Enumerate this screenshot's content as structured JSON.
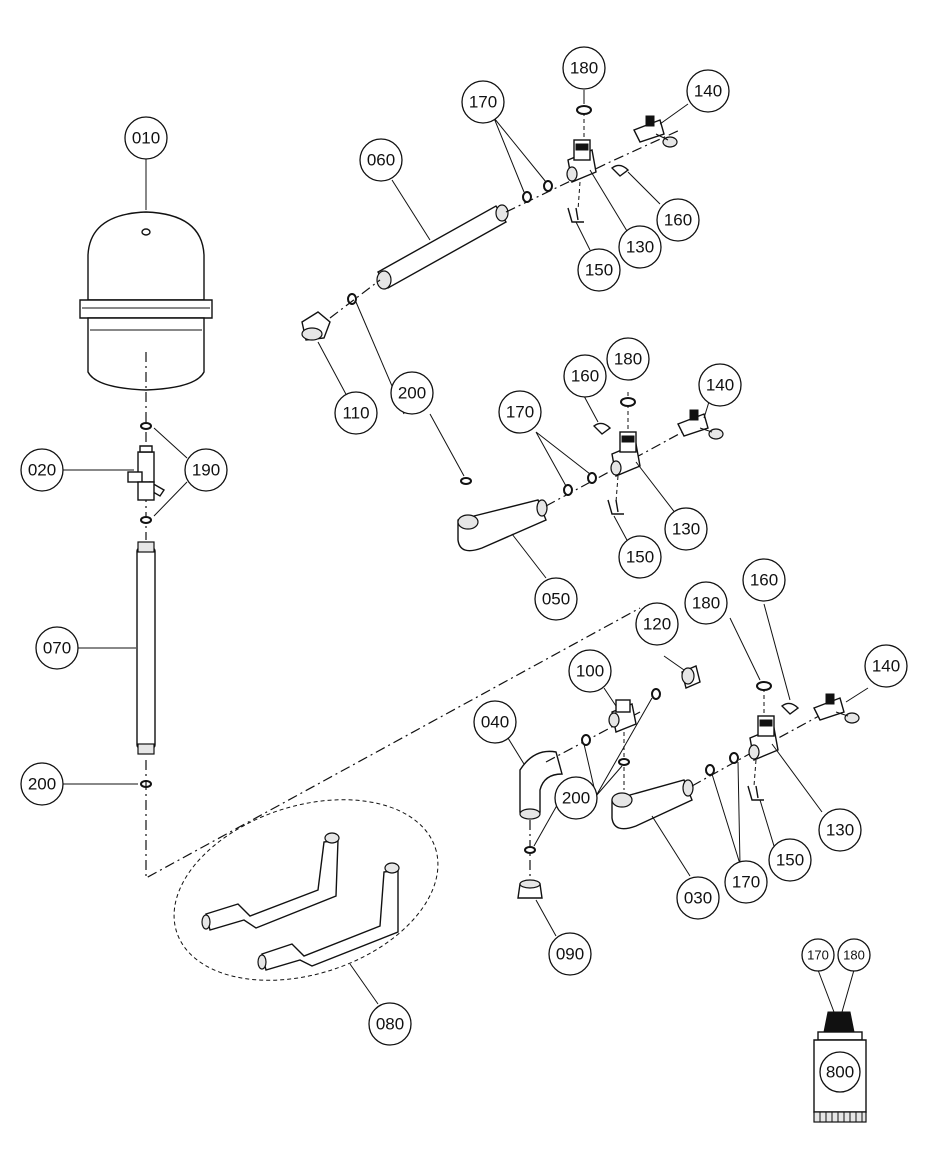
{
  "labels": {
    "l010": "010",
    "l020": "020",
    "l190": "190",
    "l070": "070",
    "l200a": "200",
    "l060": "060",
    "l170a": "170",
    "l180a": "180",
    "l140a": "140",
    "l160a": "160",
    "l130a": "130",
    "l150a": "150",
    "l110": "110",
    "l200b": "200",
    "l170b": "170",
    "l160b": "160",
    "l180b": "180",
    "l140b": "140",
    "l130b": "130",
    "l150b": "150",
    "l050": "050",
    "l040": "040",
    "l100": "100",
    "l120": "120",
    "l180c": "180",
    "l160c": "160",
    "l140c": "140",
    "l200c": "200",
    "l130c": "130",
    "l150c": "150",
    "l170c": "170",
    "l030": "030",
    "l090": "090",
    "l080": "080",
    "l170d": "170",
    "l180d": "180",
    "l800": "800"
  }
}
